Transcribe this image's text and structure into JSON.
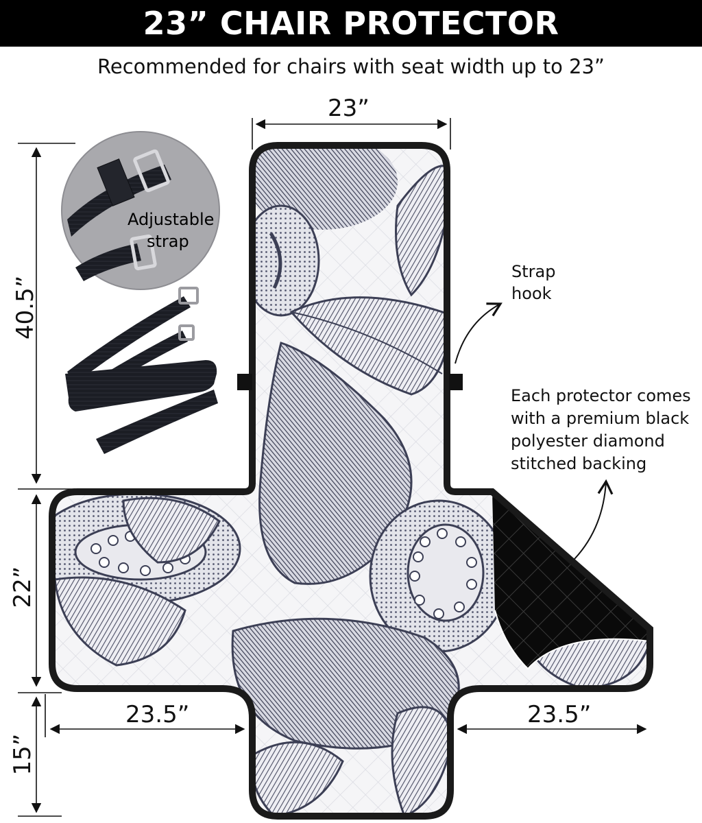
{
  "header": {
    "title": "23” CHAIR PROTECTOR",
    "subtitle": "Recommended for chairs with seat width up to 23”"
  },
  "dimensions": {
    "back_width": "23”",
    "back_height": "40.5”",
    "seat_depth": "22”",
    "flap_height": "15”",
    "left_arm_width": "23.5”",
    "right_arm_width": "23.5”"
  },
  "callouts": {
    "strap_line1": "Adjustable",
    "strap_line2": "strap",
    "hook_line1": "Strap",
    "hook_line2": "hook",
    "backing_lines": [
      "Each protector comes",
      "with a premium black",
      "polyester diamond",
      "stitched backing"
    ]
  },
  "colors": {
    "banner": "#000000",
    "pattern_ink": "#3c3f55",
    "protector_border": "#1a1a1a",
    "backing": "#0b0b0b",
    "quilt_fill": "#f4f4f6"
  },
  "icons": [
    "adjustable-strap-photo",
    "strap-bundle-image",
    "guava-leaf-pattern",
    "quilted-backing"
  ]
}
